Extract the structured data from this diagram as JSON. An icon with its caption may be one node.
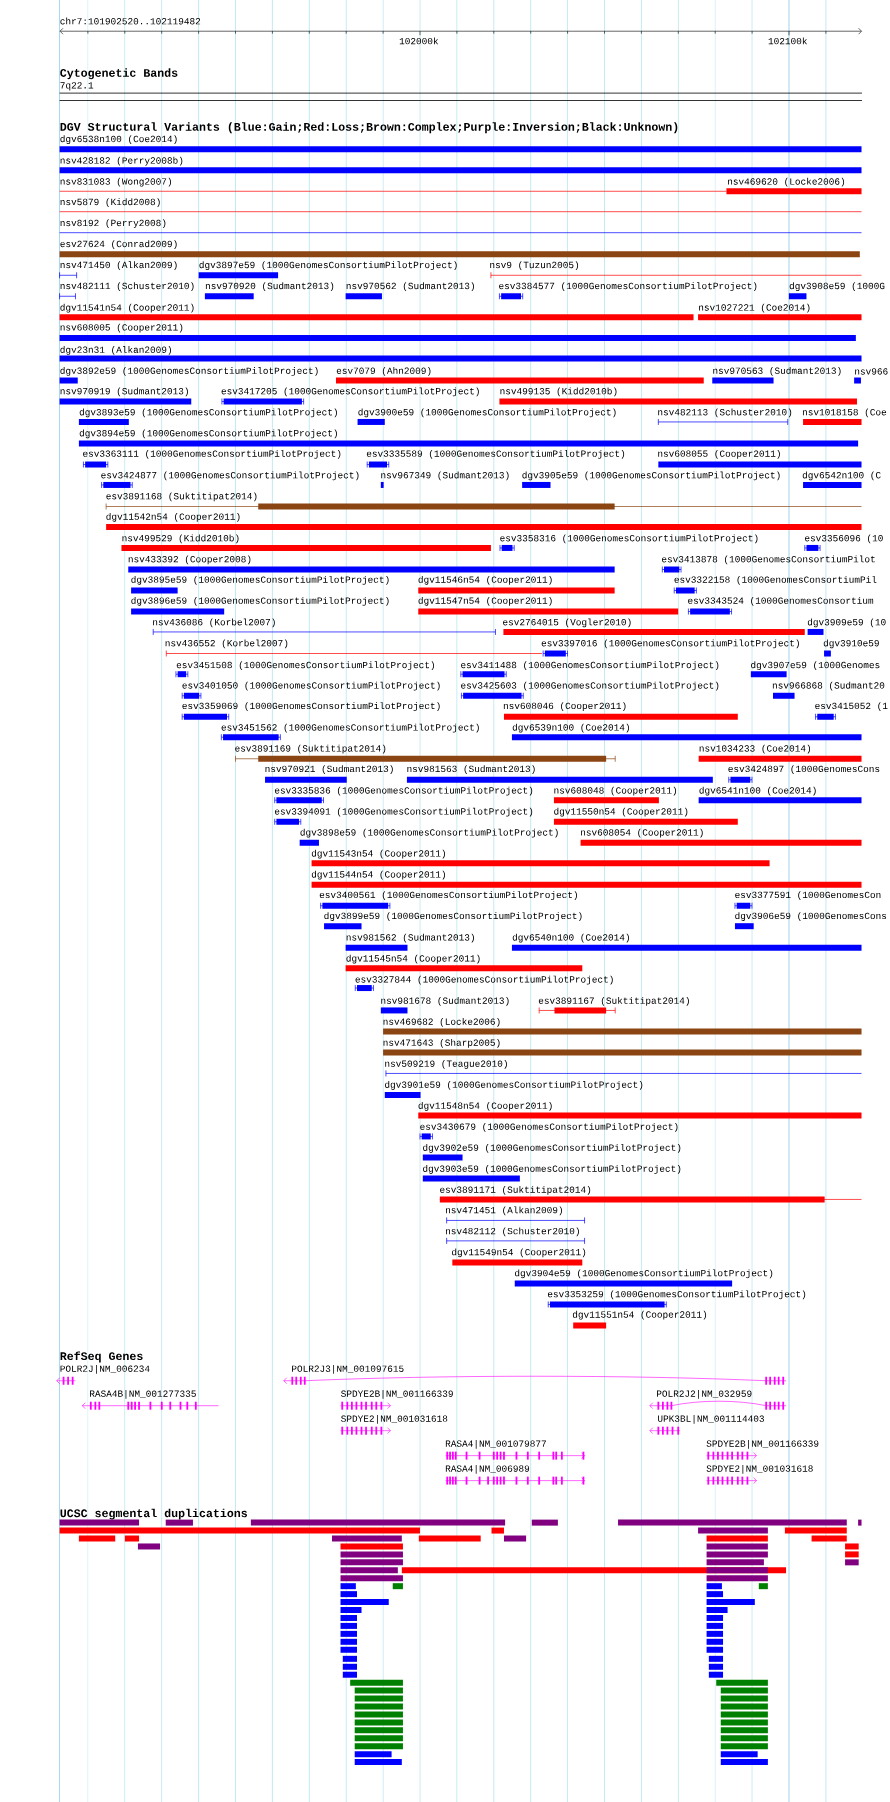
{
  "diagram": {
    "labels": [
      "chr7:101902520..102119482",
      "102000k",
      "102100k",
      "Cytogenetic Bands",
      "7q22.1",
      "DGV Structural Variants (Blue:Gain;Red:Loss;Brown:Complex;Purple:Inversion;Black:Unknown)",
      "dgv6538n100 (Coe2014)",
      "nsv428182 (Perry2008b)",
      "nsv831083 (Wong2007)",
      "nsv469620 (Locke2006)",
      "nsv5879 (Kidd2008)",
      "nsv8192 (Perry2008)",
      "esv27624 (Conrad2009)",
      "nsv471450 (Alkan2009)",
      "dgv3897e59 (1000GenomesConsortiumPilotProject)",
      "nsv9 (Tuzun2005)",
      "nsv482111 (Schuster2010)",
      "nsv970920 (Sudmant2013)",
      "nsv970562 (Sudmant2013)",
      "esv3384577 (1000GenomesConsortiumPilotProject)",
      "dgv3908e59 (1000G",
      "dgv11541n54 (Cooper2011)",
      "nsv1027221 (Coe2014)",
      "nsv608005 (Cooper2011)",
      "dgv23n31 (Alkan2009)",
      "dgv3892e59 (1000GenomesConsortiumPilotProject)",
      "esv7079 (Ahn2009)",
      "nsv970563 (Sudmant2013)",
      "nsv966",
      "nsv970919 (Sudmant2013)",
      "esv3417205 (1000GenomesConsortiumPilotProject)",
      "nsv499135 (Kidd2010b)",
      "dgv3893e59 (1000GenomesConsortiumPilotProject)",
      "dgv3900e59 (1000GenomesConsortiumPilotProject)",
      "nsv482113 (Schuster2010)",
      "nsv1018158 (Coe",
      "dgv3894e59 (1000GenomesConsortiumPilotProject)",
      "esv3363111 (1000GenomesConsortiumPilotProject)",
      "esv3335589 (1000GenomesConsortiumPilotProject)",
      "nsv608055 (Cooper2011)",
      "esv3424877 (1000GenomesConsortiumPilotProject)",
      "nsv967349 (Sudmant2013)",
      "dgv3905e59 (1000GenomesConsortiumPilotProject)",
      "dgv6542n100 (C",
      "esv3891168 (Suktitipat2014)",
      "dgv11542n54 (Cooper2011)",
      "nsv499529 (Kidd2010b)",
      "esv3358316 (1000GenomesConsortiumPilotProject)",
      "esv3356096 (10",
      "nsv433392 (Cooper2008)",
      "esv3413878 (1000GenomesConsortiumPilot",
      "dgv3895e59 (1000GenomesConsortiumPilotProject)",
      "dgv11546n54 (Cooper2011)",
      "esv3322158 (1000GenomesConsortiumPil",
      "dgv3896e59 (1000GenomesConsortiumPilotProject)",
      "dgv11547n54 (Cooper2011)",
      "esv3343524 (1000GenomesConsortium",
      "nsv436086 (Korbel2007)",
      "esv2764015 (Vogler2010)",
      "dgv3909e59 (10",
      "nsv436552 (Korbel2007)",
      "esv3397016 (1000GenomesConsortiumPilotProject)",
      "dgv3910e59",
      "esv3451508 (1000GenomesConsortiumPilotProject)",
      "esv3411488 (1000GenomesConsortiumPilotProject)",
      "dgv3907e59 (1000Genomes",
      "esv3401050 (1000GenomesConsortiumPilotProject)",
      "esv3425603 (1000GenomesConsortiumPilotProject)",
      "nsv966868 (Sudmant20",
      "esv3359069 (1000GenomesConsortiumPilotProject)",
      "nsv608046 (Cooper2011)",
      "esv3415052 (1",
      "esv3451562 (1000GenomesConsortiumPilotProject)",
      "dgv6539n100 (Coe2014)",
      "esv3891169 (Suktitipat2014)",
      "nsv1034233 (Coe2014)",
      "nsv970921 (Sudmant2013)",
      "nsv981563 (Sudmant2013)",
      "esv3424897 (1000GenomesCons",
      "esv3335836 (1000GenomesConsortiumPilotProject)",
      "nsv608048 (Cooper2011)",
      "dgv6541n100 (Coe2014)",
      "esv3394091 (1000GenomesConsortiumPilotProject)",
      "dgv11550n54 (Cooper2011)",
      "dgv3898e59 (1000GenomesConsortiumPilotProject)",
      "nsv608054 (Cooper2011)",
      "dgv11543n54 (Cooper2011)",
      "dgv11544n54 (Cooper2011)",
      "esv3400561 (1000GenomesConsortiumPilotProject)",
      "esv3377591 (1000GenomesCon",
      "dgv3899e59 (1000GenomesConsortiumPilotProject)",
      "dgv3906e59 (1000GenomesCons",
      "nsv981562 (Sudmant2013)",
      "dgv6540n100 (Coe2014)",
      "dgv11545n54 (Cooper2011)",
      "esv3327844 (1000GenomesConsortiumPilotProject)",
      "nsv981678 (Sudmant2013)",
      "esv3891167 (Suktitipat2014)",
      "nsv469682 (Locke2006)",
      "nsv471643 (Sharp2005)",
      "nsv509219 (Teague2010)",
      "dgv3901e59 (1000GenomesConsortiumPilotProject)",
      "dgv11548n54 (Cooper2011)",
      "esv3430679 (1000GenomesConsortiumPilotProject)",
      "dgv3902e59 (1000GenomesConsortiumPilotProject)",
      "dgv3903e59 (1000GenomesConsortiumPilotProject)",
      "esv3891171 (Suktitipat2014)",
      "nsv471451 (Alkan2009)",
      "nsv482112 (Schuster2010)",
      "dgv11549n54 (Cooper2011)",
      "dgv3904e59 (1000GenomesConsortiumPilotProject)",
      "esv3353259 (1000GenomesConsortiumPilotProject)",
      "dgv11551n54 (Cooper2011)",
      "RefSeq Genes",
      "POLR2J|NM_006234",
      "POLR2J3|NM_001097615",
      "RASA4B|NM_001277335",
      "SPDYE2B|NM_001166339",
      "POLR2J2|NM_032959",
      "SPDYE2|NM_001031618",
      "UPK3BL|NM_001114403",
      "RASA4|NM_001079877",
      "SPDYE2B|NM_001166339",
      "RASA4|NM_006989",
      "SPDYE2|NM_001031618",
      "UCSC segmental duplications"
    ]
  }
}
